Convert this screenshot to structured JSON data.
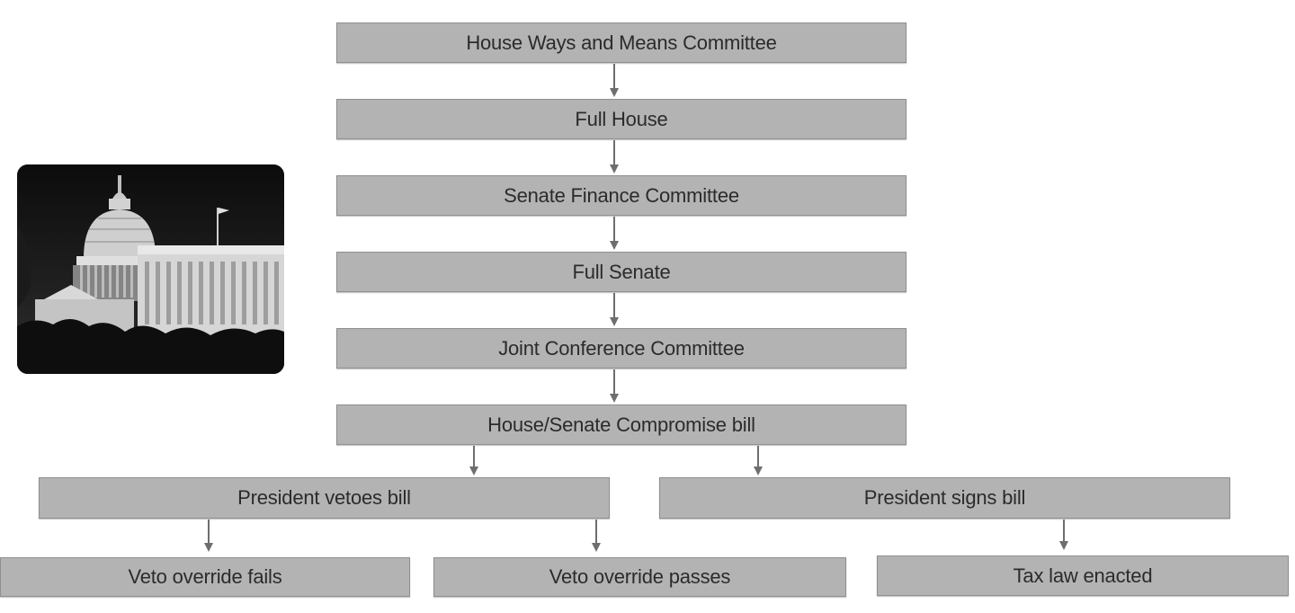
{
  "flow": {
    "house_ways_means": "House Ways and Means Committee",
    "full_house": "Full House",
    "senate_finance": "Senate Finance Committee",
    "full_senate": "Full Senate",
    "joint_conference": "Joint Conference Committee",
    "compromise_bill": "House/Senate Compromise bill",
    "president_vetoes": "President vetoes bill",
    "president_signs": "President signs bill",
    "veto_override_fails": "Veto override fails",
    "veto_override_passes": "Veto override passes",
    "tax_law_enacted": "Tax law enacted"
  },
  "photo": {
    "subject": "capitol-building"
  },
  "colors": {
    "box_fill": "#b3b3b3",
    "box_border": "#8f8f8f",
    "arrow": "#6e6e6e",
    "text": "#2b2b2b"
  }
}
